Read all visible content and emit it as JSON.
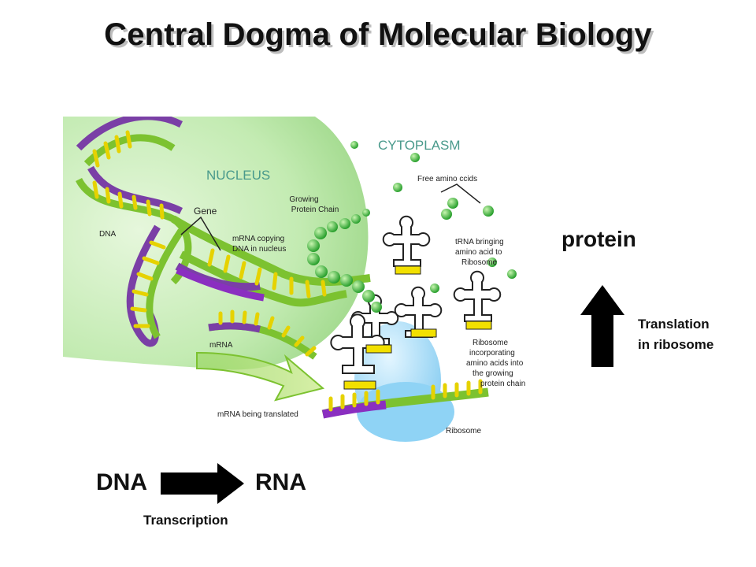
{
  "title": "Central Dogma of Molecular Biology",
  "diagram": {
    "cytoplasm": "CYTOPLASM",
    "nucleus": "NUCLEUS",
    "gene": "Gene",
    "dna": "DNA",
    "growing_chain_1": "Growing",
    "growing_chain_2": "Protein Chain",
    "mrna_copy_1": "mRNA copying",
    "mrna_copy_2": "DNA in nucleus",
    "free_amino": "Free amino ccids",
    "trna_1": "tRNA bringing",
    "trna_2": "amino acid to",
    "trna_3": "Ribosome",
    "mrna": "mRNA",
    "ribo_inc_1": "Ribosome",
    "ribo_inc_2": "incorporating",
    "ribo_inc_3": "amino acids into",
    "ribo_inc_4": "the growing",
    "ribo_inc_5": "protein chain",
    "mrna_translated": "mRNA being translated",
    "ribosome": "Ribosome"
  },
  "flow": {
    "protein": "protein",
    "translation_1": "Translation",
    "translation_2": "in ribosome",
    "dna": "DNA",
    "rna": "RNA",
    "transcription": "Transcription"
  },
  "colors": {
    "nucleus": "#b9e6a8",
    "cytoplasm_text": "#4a9a8c",
    "dna_purple": "#7a3fa6",
    "dna_green": "#7cc230",
    "base_yellow": "#f2e000",
    "amino_green": "#2fb02f",
    "ribosome_blue": "#8fd3f5"
  }
}
